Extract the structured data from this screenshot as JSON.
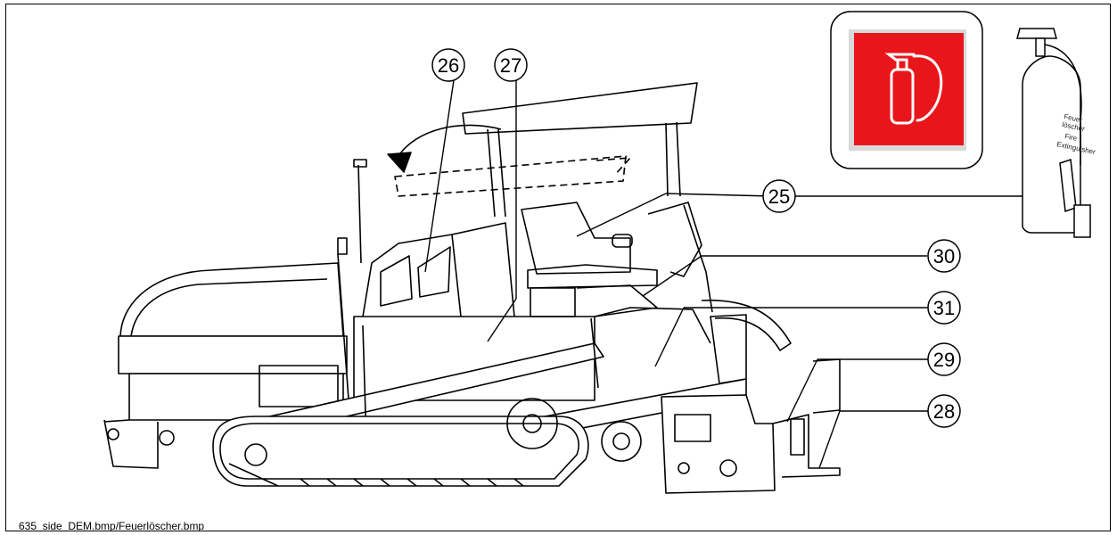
{
  "caption": "635_side_DEM.bmp/Feuerlöscher.bmp",
  "callouts": [
    {
      "label": "26"
    },
    {
      "label": "27"
    },
    {
      "label": "25"
    },
    {
      "label": "30"
    },
    {
      "label": "31"
    },
    {
      "label": "29"
    },
    {
      "label": "28"
    }
  ],
  "extinguisher_label": {
    "line1": "Feuer",
    "line2": "löscher",
    "line3": "Fire",
    "line4": "Extinguisher"
  },
  "colors": {
    "sign_red": "#e8161b",
    "sign_frame": "#f0f0f0",
    "line": "#000000"
  },
  "icons": {
    "sign": "fire-extinguisher-sign-icon",
    "bottle": "fire-extinguisher-icon"
  }
}
